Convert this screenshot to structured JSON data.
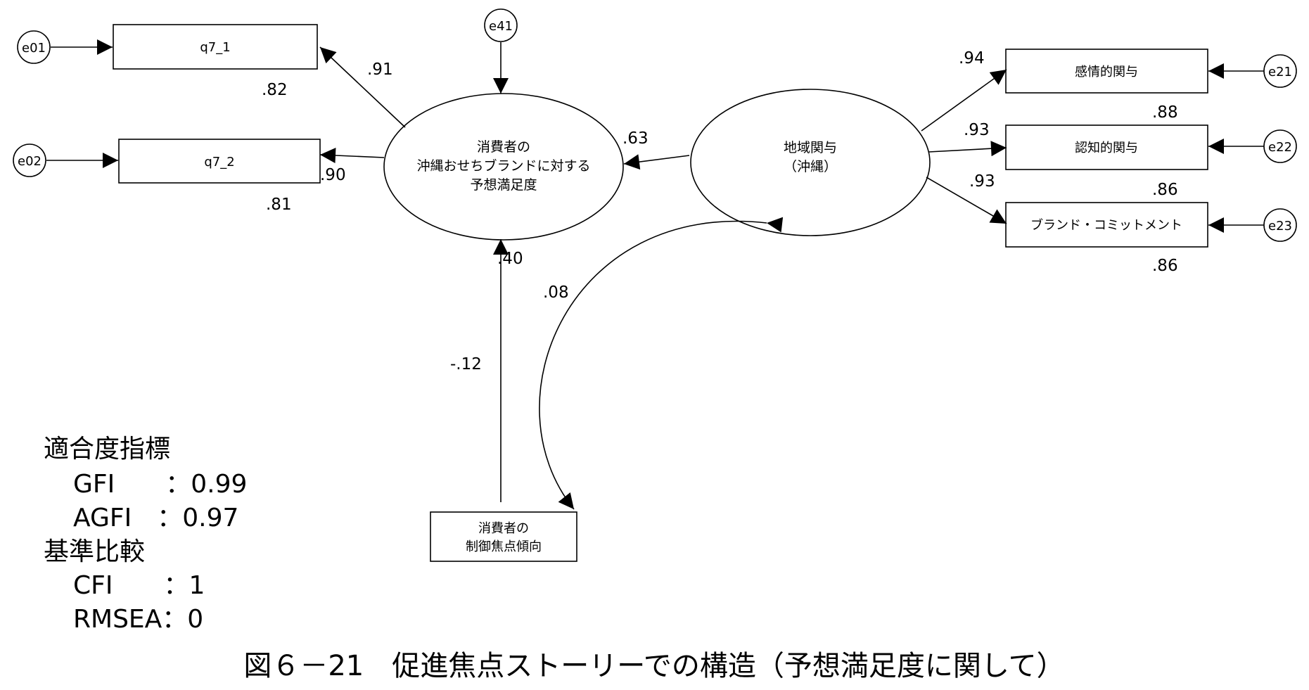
{
  "errors": {
    "e01": "e01",
    "e02": "e02",
    "e41": "e41",
    "e21": "e21",
    "e22": "e22",
    "e23": "e23"
  },
  "observed": {
    "q7_1": "q7_1",
    "q7_2": "q7_2",
    "emotional": "感情的関与",
    "cognitive": "認知的関与",
    "brand_commitment": "ブランド・コミットメント",
    "regulatory_focus": [
      "消費者の",
      "制御焦点傾向"
    ]
  },
  "latent": {
    "satisfaction": [
      "消費者の",
      "沖縄おせちブランドに対する",
      "予想満足度"
    ],
    "regional": [
      "地域関与",
      "（沖縄）"
    ]
  },
  "coefficients": {
    "sat_to_q71": ".91",
    "q71_r2": ".82",
    "sat_to_q72": ".90",
    "q72_r2": ".81",
    "reg_to_sat": ".63",
    "reg_to_emotional": ".94",
    "emotional_r2": ".88",
    "reg_to_cognitive": ".93",
    "cognitive_r2": ".86",
    "reg_to_brand": ".93",
    "brand_r2": ".86",
    "sat_r2": ".40",
    "covariance": ".08",
    "focus_to_sat": "-.12"
  },
  "fit": {
    "heading1": "適合度指標",
    "gfi": "GFI　　：0.99",
    "agfi": "AGFI　：0.97",
    "heading2": "基準比較",
    "cfi": "CFI　　：1",
    "rmsea": "RMSEA：0"
  },
  "caption": "図６－21　促進焦点ストーリーでの構造（予想満足度に関して）"
}
